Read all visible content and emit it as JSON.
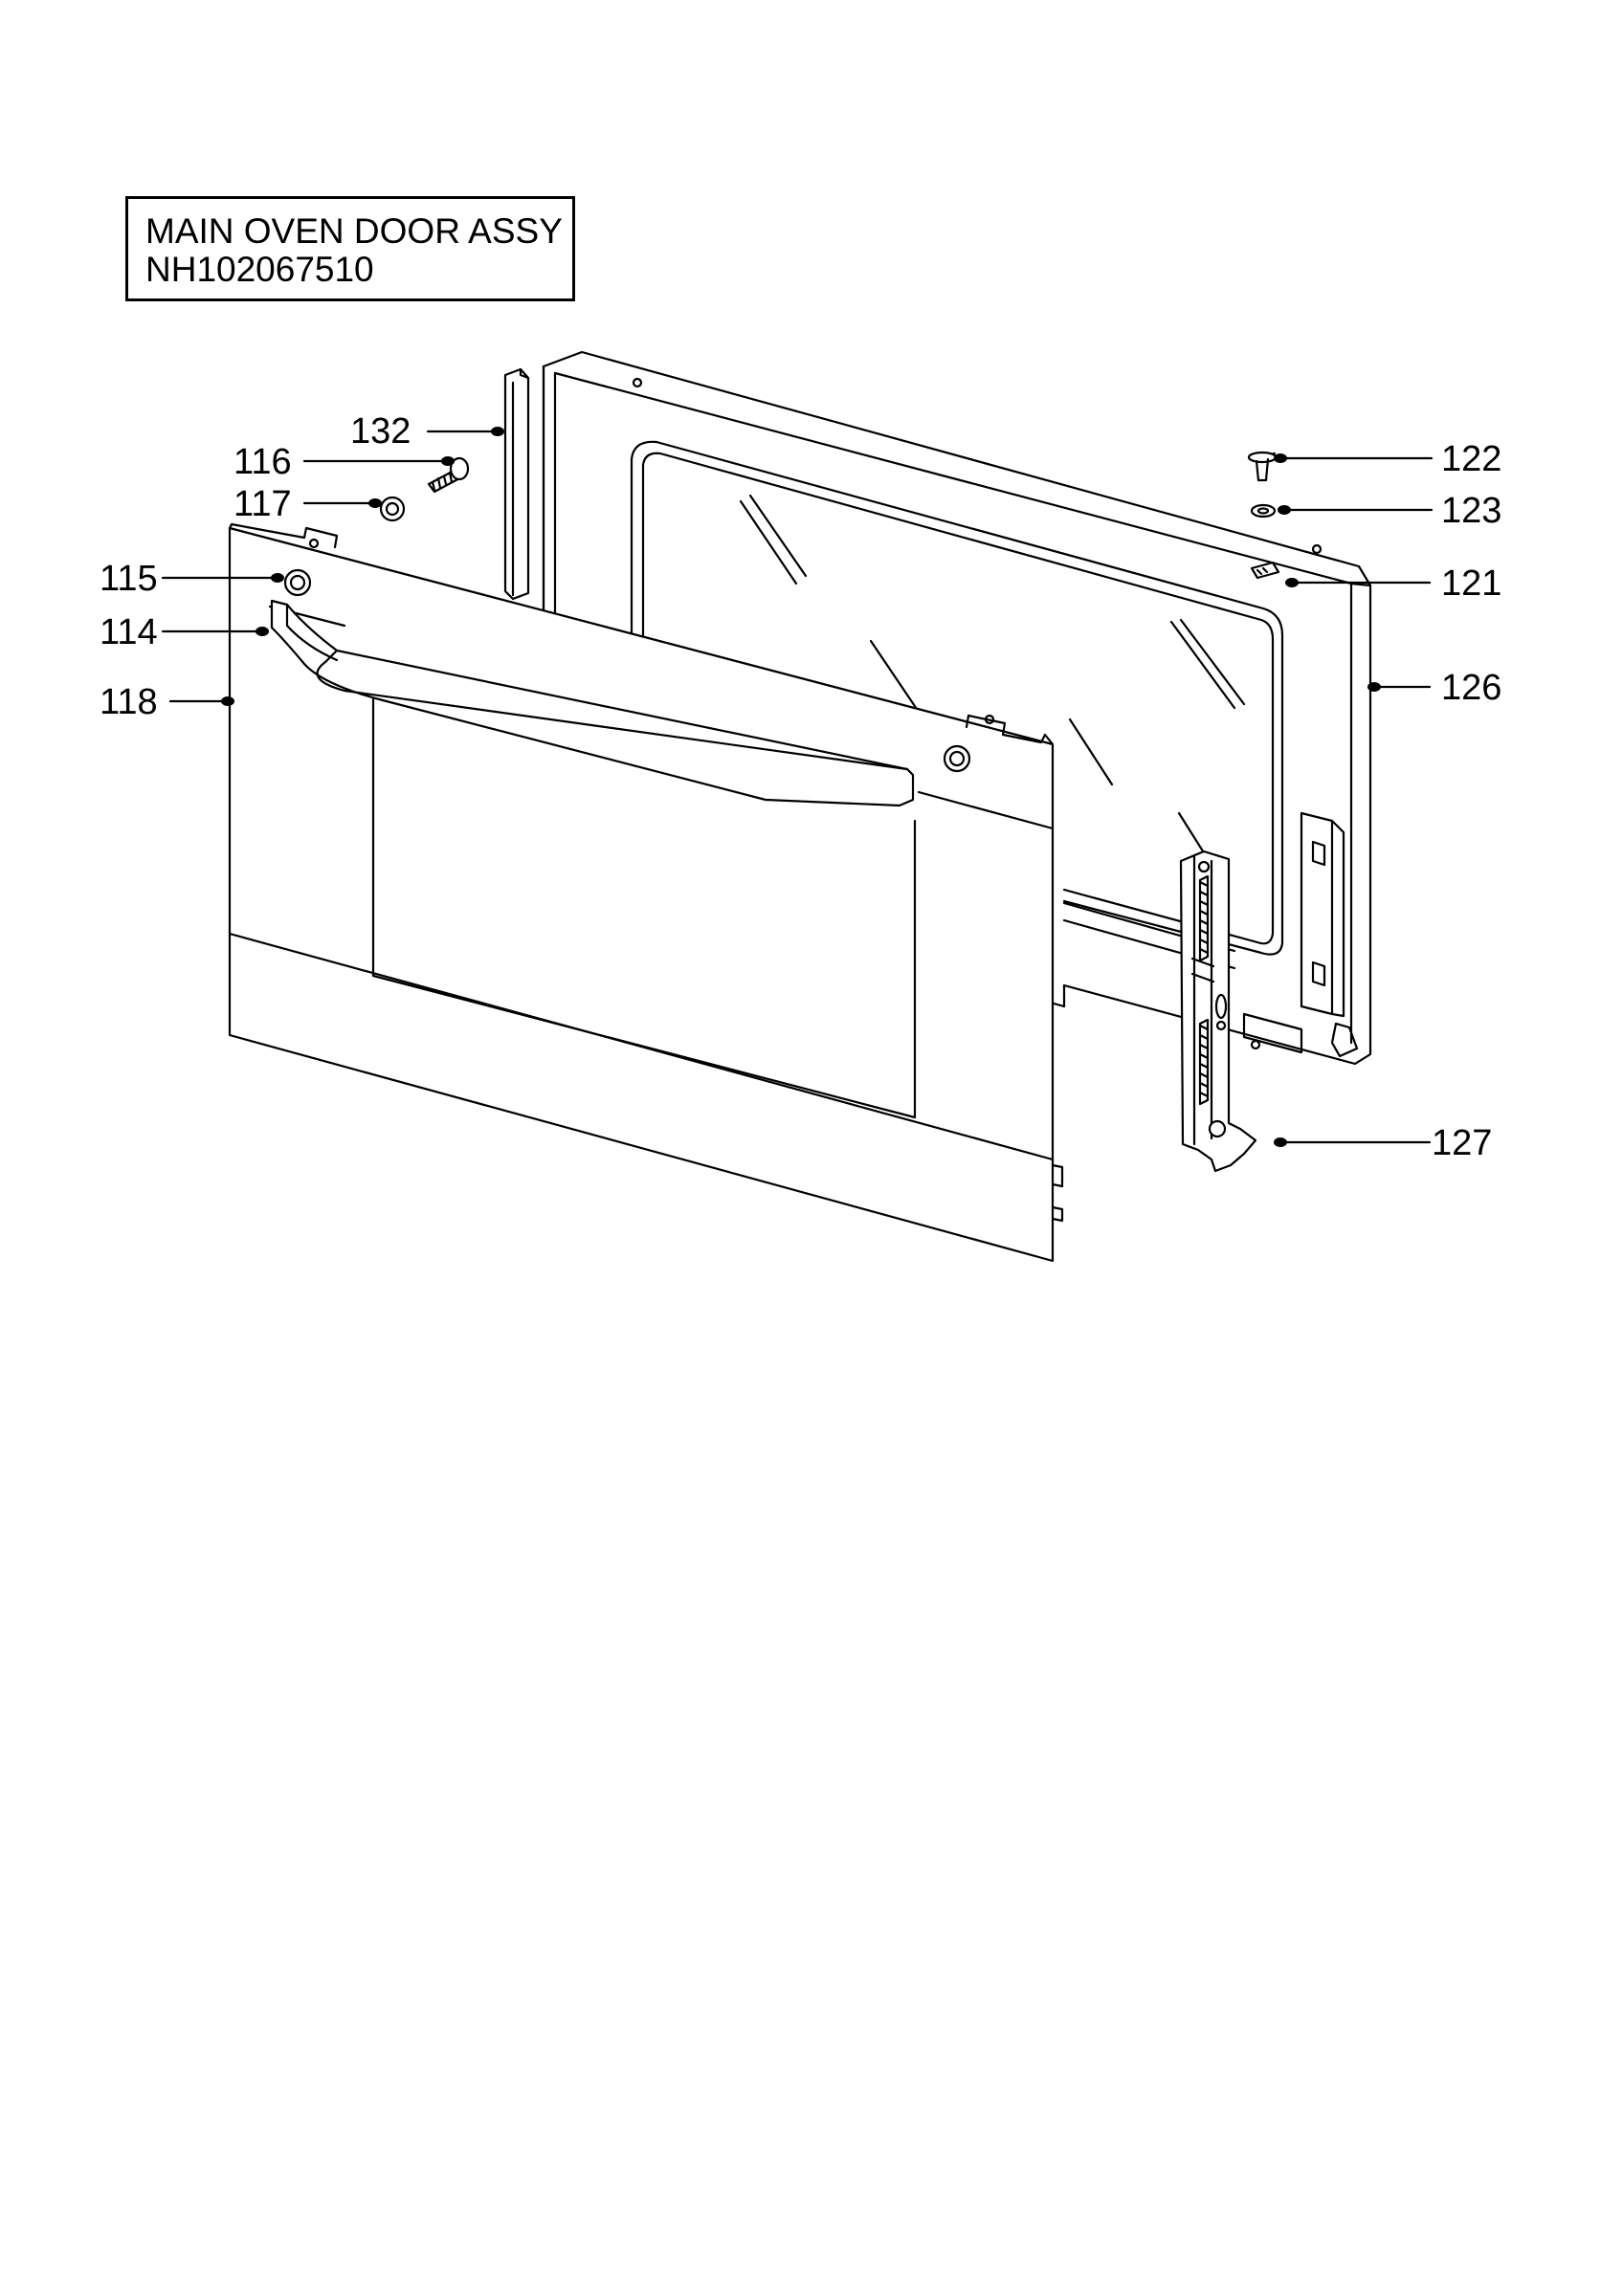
{
  "title": {
    "line1": "MAIN OVEN DOOR ASSY",
    "line2": "NH102067510"
  },
  "callouts": {
    "c132": "132",
    "c116": "116",
    "c117": "117",
    "c115": "115",
    "c114": "114",
    "c118": "118",
    "c122": "122",
    "c123": "123",
    "c121": "121",
    "c126": "126",
    "c127": "127"
  }
}
